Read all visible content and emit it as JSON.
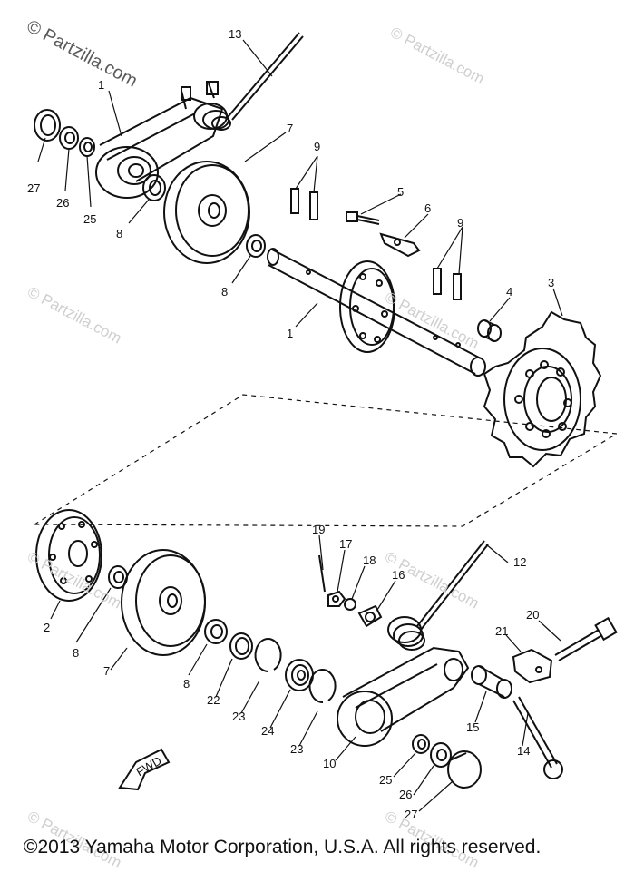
{
  "watermark": {
    "main": "© Partzilla.com",
    "repeat": "© Partzilla.com"
  },
  "callouts": {
    "c1_top": "1",
    "c13": "13",
    "c27_top": "27",
    "c26_top": "26",
    "c25_top": "25",
    "c8_a": "8",
    "c7_top": "7",
    "c9_a": "9",
    "c5": "5",
    "c6": "6",
    "c9_b": "9",
    "c8_b": "8",
    "c1_shaft": "1",
    "c4": "4",
    "c3": "3",
    "c19": "19",
    "c17": "17",
    "c18": "18",
    "c16": "16",
    "c12": "12",
    "c20": "20",
    "c21": "21",
    "c2": "2",
    "c8_c": "8",
    "c7_bottom": "7",
    "c8_d": "8",
    "c22": "22",
    "c23_a": "23",
    "c24": "24",
    "c23_b": "23",
    "c10": "10",
    "c15": "15",
    "c14": "14",
    "c25_bottom": "25",
    "c26_bottom": "26",
    "c27_bottom": "27"
  },
  "fwd_label": "FWD",
  "copyright": "©2013 Yamaha Motor Corporation, U.S.A. All rights reserved.",
  "colors": {
    "ink": "#111111",
    "watermark": "#cfcfcf"
  }
}
